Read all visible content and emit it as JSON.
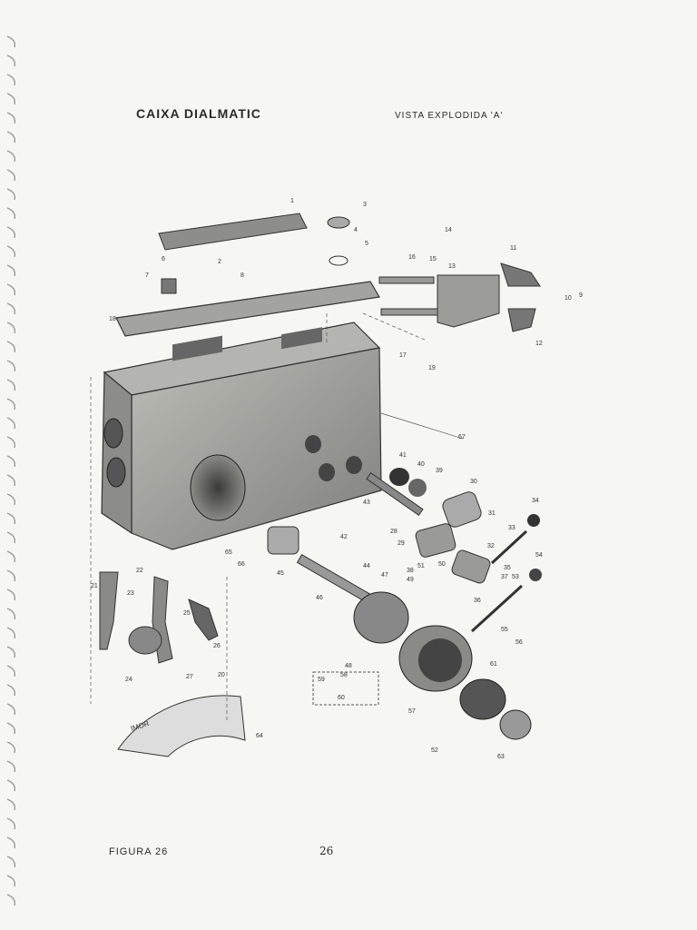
{
  "header": {
    "title": "CAIXA DIALMATIC",
    "subtitle": "VISTA EXPLODIDA 'A'"
  },
  "footer": {
    "figure": "FIGURA 26",
    "page": "26"
  },
  "dial_text": "IMOR",
  "callouts": [
    "1",
    "2",
    "3",
    "4",
    "5",
    "6",
    "7",
    "8",
    "9",
    "10",
    "11",
    "12",
    "13",
    "14",
    "15",
    "16",
    "17",
    "18",
    "19",
    "20",
    "21",
    "22",
    "23",
    "24",
    "25",
    "26",
    "27",
    "28",
    "29",
    "30",
    "31",
    "32",
    "33",
    "34",
    "35",
    "36",
    "37",
    "38",
    "39",
    "40",
    "41",
    "42",
    "43",
    "44",
    "45",
    "46",
    "47",
    "48",
    "49",
    "50",
    "51",
    "52",
    "53",
    "54",
    "55",
    "56",
    "57",
    "58",
    "59",
    "60",
    "61",
    "63",
    "64",
    "65",
    "66",
    "67"
  ],
  "colors": {
    "ink": "#2a2a2a",
    "paper": "#f6f6f3",
    "casting": "#9a9a96"
  }
}
